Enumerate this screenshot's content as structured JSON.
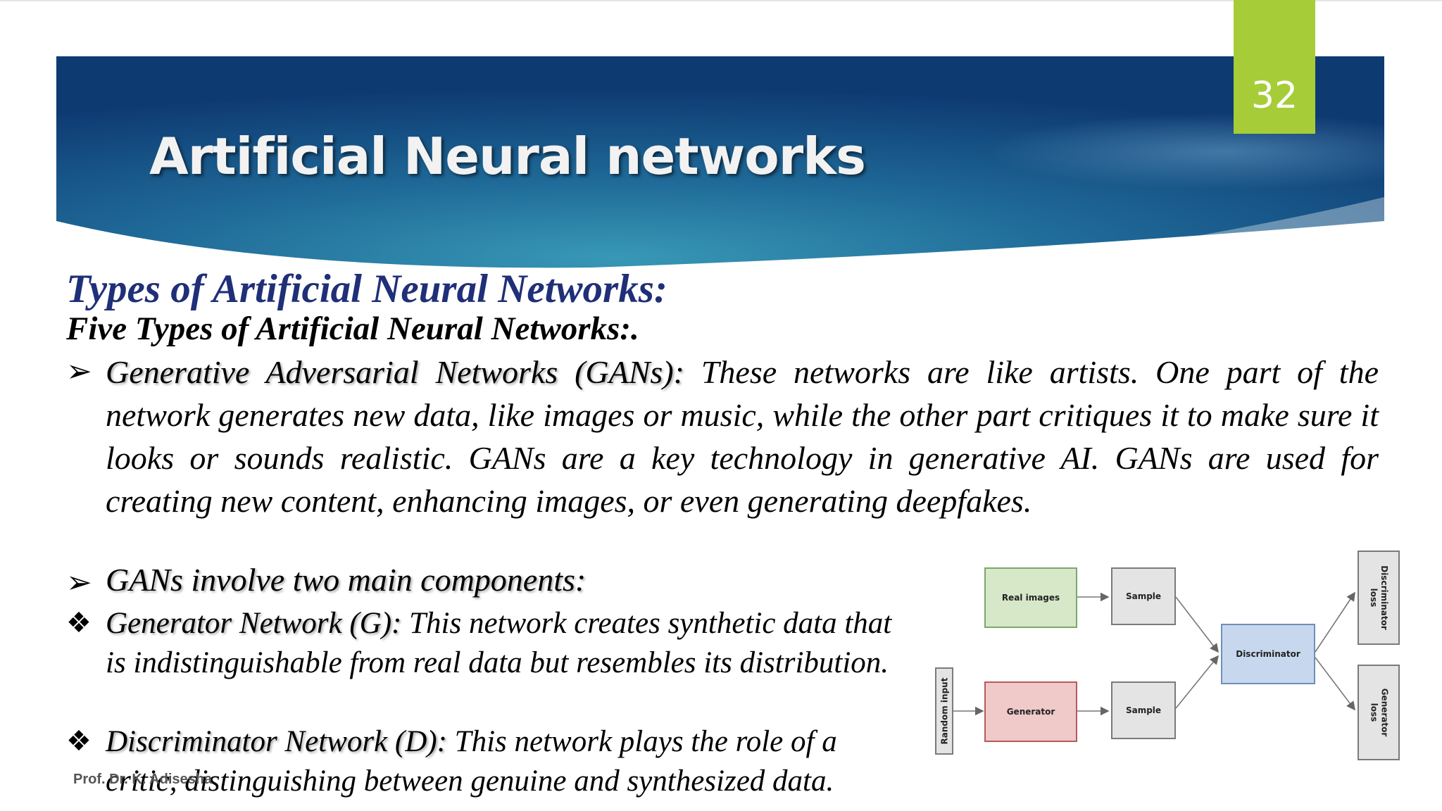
{
  "slide": {
    "title": "Artificial Neural networks",
    "page_number": "32"
  },
  "content": {
    "heading": "Types of Artificial Neural Networks:",
    "subheading": "Five Types of Artificial Neural Networks:.",
    "gan_label": "Generative Adversarial Networks (GANs):",
    "gan_text": " These networks are like artists. One part of the network generates new data, like images or music, while the other part critiques it to make sure it looks or sounds realistic. GANs are a key technology in generative AI. GANs are used for creating new content, enhancing images, or even generating deepfakes.",
    "components_label": "GANs involve two main components:",
    "generator_label": "Generator Network (G):",
    "generator_text": " This network creates synthetic data that is indistinguishable from real data but resembles its distribution.",
    "discriminator_label": "Discriminator Network (D):",
    "discriminator_text": " This network plays the role of a critic, distinguishing between genuine and synthesized data."
  },
  "footer": {
    "author": "Prof. Dr. K. Adisesha"
  },
  "diagram": {
    "random_input": "Random input",
    "real_images": "Real images",
    "generator": "Generator",
    "sample_top": "Sample",
    "sample_bottom": "Sample",
    "discriminator": "Discriminator",
    "discriminator_loss": "Discriminator loss",
    "generator_loss": "Generator loss"
  },
  "colors": {
    "banner_dark": "#0f3c73",
    "banner_light": "#2f8fb0",
    "accent_green": "#a6cd37",
    "heading_blue": "#1f2f78",
    "real_images_fill": "#d7e8c8",
    "generator_fill": "#f0c9c9",
    "discriminator_fill": "#c7d8ee"
  }
}
